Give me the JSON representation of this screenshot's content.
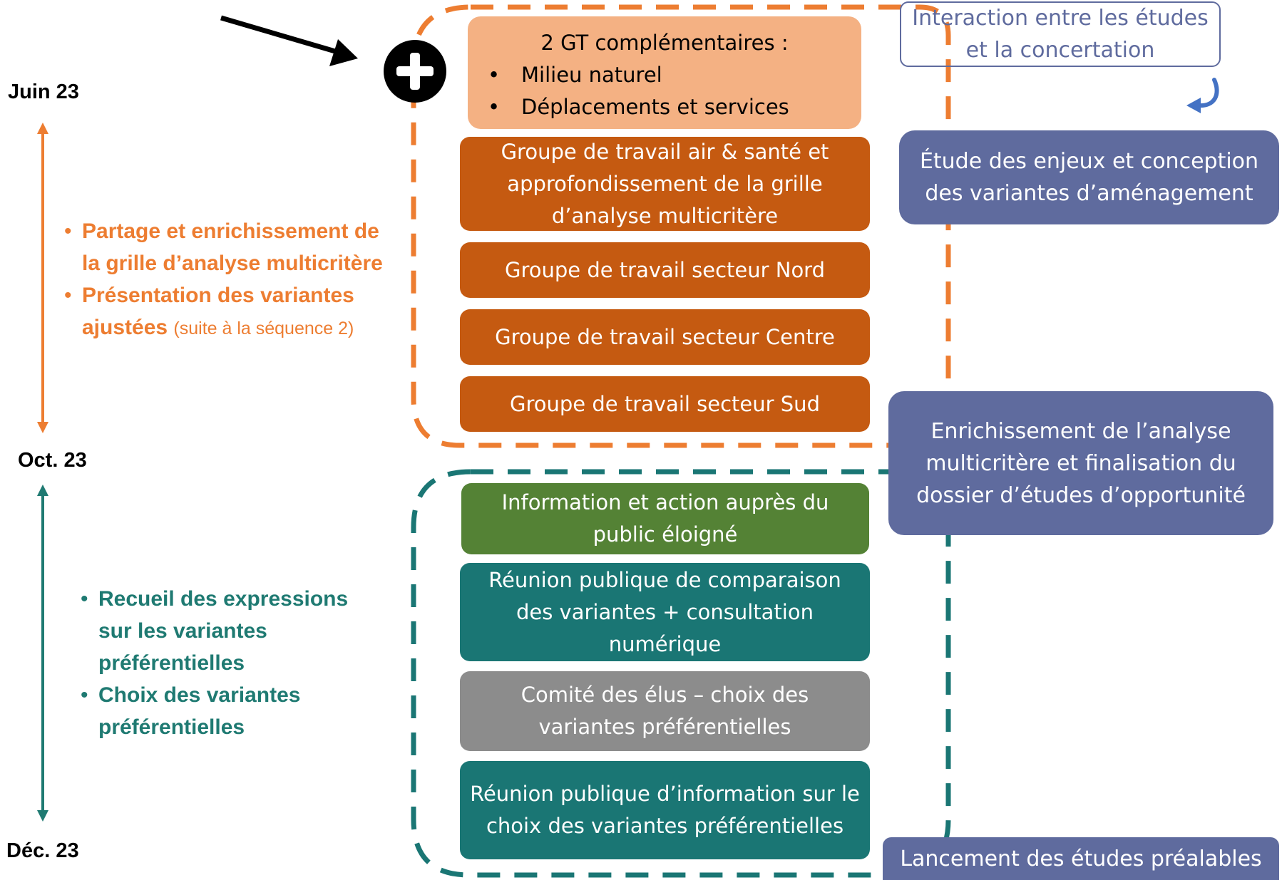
{
  "timeline": {
    "dates": [
      "Juin 23",
      "Oct. 23",
      "Déc. 23"
    ],
    "phase1": {
      "color": "#ED7D31",
      "items": [
        {
          "text": "Partage et enrichissement de la grille d’analyse multicritère",
          "note": ""
        },
        {
          "text": "Présentation des variantes ajustées",
          "note": "(suite à la séquence 2)"
        }
      ]
    },
    "phase2": {
      "color": "#1F7A72",
      "items": [
        {
          "text": "Recueil des expressions sur les variantes préférentielles"
        },
        {
          "text": "Choix des variantes préférentielles"
        }
      ]
    }
  },
  "plus_icon": "plus-circle-icon",
  "arrow_icon": "arrow-right-icon",
  "phase1_boxes": {
    "complementary": {
      "title": "2 GT complémentaires :",
      "items": [
        "Milieu naturel",
        "Déplacements et services"
      ]
    },
    "groups": [
      {
        "label": "Groupe de travail air & santé et approfondissement de la grille d’analyse multicritère"
      },
      {
        "label": "Groupe de travail secteur Nord"
      },
      {
        "label": "Groupe de travail secteur Centre"
      },
      {
        "label": "Groupe de travail secteur Sud"
      }
    ]
  },
  "phase2_boxes": [
    {
      "label": "Information et action auprès du public éloigné"
    },
    {
      "label": "Réunion publique de comparaison des variantes + consultation numérique"
    },
    {
      "label": "Comité des élus – choix des variantes préférentielles"
    },
    {
      "label": "Réunion publique d’information sur le choix des variantes préférentielles"
    }
  ],
  "right_panel": {
    "interaction": "Interaction entre les études et la concertation",
    "studies": [
      "Étude des enjeux et conception des variantes d’aménagement",
      "Enrichissement de l’analyse multicritère et finalisation du dossier d’études d’opportunité",
      "Lancement des études préalables"
    ]
  },
  "colors": {
    "orange": "#ED7D31",
    "peach": "#F4B183",
    "rust": "#C55A11",
    "green": "#548235",
    "teal": "#1A7674",
    "grey": "#8C8C8C",
    "purple": "#5F6B9E"
  }
}
